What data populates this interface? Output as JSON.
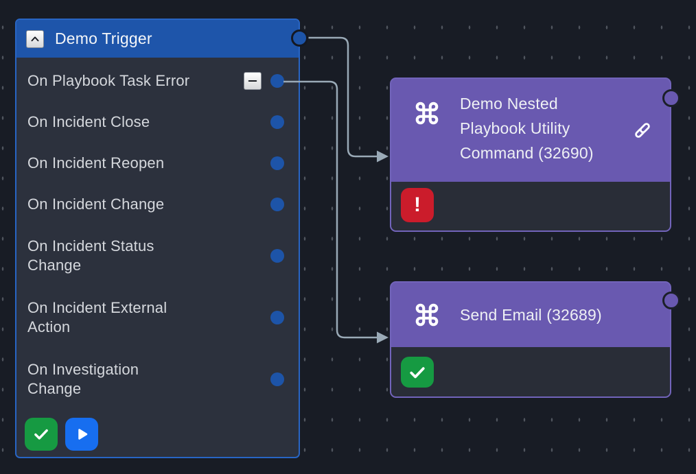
{
  "trigger_panel": {
    "title": "Demo Trigger",
    "collapse_icon": "chevron-up-icon",
    "items": [
      {
        "label": "On Playbook Task Error",
        "removable": true
      },
      {
        "label": "On Incident Close"
      },
      {
        "label": "On Incident Reopen"
      },
      {
        "label": "On Incident Change"
      },
      {
        "label": "On Incident Status\nChange"
      },
      {
        "label": "On Incident External\nAction"
      },
      {
        "label": "On Investigation\nChange"
      }
    ],
    "footer": {
      "confirm_icon": "check-icon",
      "run_icon": "play-icon"
    }
  },
  "nodes": [
    {
      "title": "Demo Nested\nPlaybook Utility\nCommand (32690)",
      "type_icon": "command-icon",
      "link_icon": "link-icon",
      "status": "error",
      "status_glyph": "!",
      "status_color": "#cb1c2b"
    },
    {
      "title": "Send Email (32689)",
      "type_icon": "command-icon",
      "status": "success",
      "status_icon": "check-icon",
      "status_color": "#169a42"
    }
  ],
  "colors": {
    "background": "#181c25",
    "grid_dash": "#50555e",
    "panel_body": "#2c313d",
    "panel_border": "#2865c4",
    "header_blue": "#1e55aa",
    "port_blue": "#1d54a8",
    "node_purple": "#6959b0",
    "node_footer": "#292d37",
    "edge_line": "#9aaab7",
    "error_red": "#cb1c2b",
    "success_green": "#169a42",
    "run_blue": "#176ef0"
  }
}
